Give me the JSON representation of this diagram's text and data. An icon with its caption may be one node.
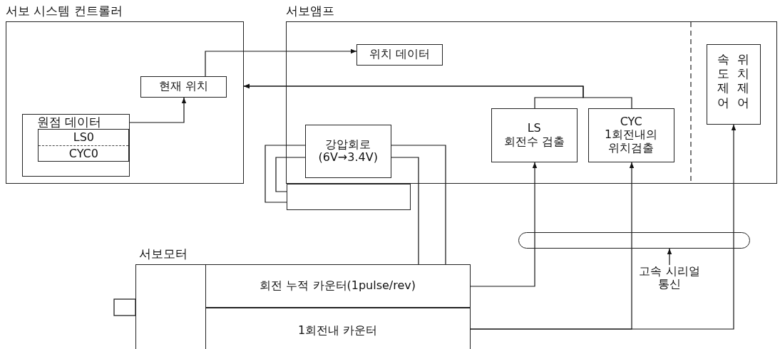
{
  "diagram": {
    "nodes": [
      {
        "text": [
          "서보 시스템 컨트롤러"
        ]
      },
      {
        "text": [
          "현재 위치"
        ],
        "in": 0
      },
      {
        "text": [
          "원점 데이터"
        ],
        "in": 0
      },
      {
        "text": [
          "LS0",
          "CYC0"
        ],
        "in": 2
      },
      {
        "text": [
          "서보앰프"
        ]
      },
      {
        "text": [
          "위치 데이터"
        ],
        "in": 4
      },
      {
        "text": [
          "강압회로",
          "(6V→3.4V)"
        ],
        "in": 4
      },
      {
        "text": [
          "LS",
          "회전수 검출"
        ],
        "in": 4
      },
      {
        "text": [
          "CYC",
          "1회전내의 위치검출"
        ],
        "in": 4
      },
      {
        "text": [
          "속도제어",
          "위치제어"
        ],
        "in": 4
      },
      {
        "text": [],
        "shape": "box"
      },
      {
        "text": [
          "서보모터"
        ]
      },
      {
        "text": [
          "회전 누적 카운터(1pulse/rev)"
        ],
        "in": 11
      },
      {
        "text": [
          "1회전내 카운터"
        ],
        "in": 11
      },
      {
        "text": [],
        "shape": "bar"
      },
      {
        "text": [
          "고속 시리얼 통신"
        ]
      }
    ],
    "edges": [
      {
        "from": 2,
        "to": 1,
        "arrow": "to"
      },
      {
        "from": 1,
        "to": 5,
        "arrow": "to"
      },
      {
        "from": 7,
        "to": 0,
        "arrow": "to"
      },
      {
        "from": 8,
        "to": 0,
        "arrow": "to"
      },
      {
        "from": 6,
        "to": 10,
        "arrow": "none"
      },
      {
        "from": 6,
        "to": 10,
        "arrow": "none"
      },
      {
        "from": 6,
        "to": 12,
        "arrow": "none"
      },
      {
        "from": 6,
        "to": 12,
        "arrow": "none"
      },
      {
        "from": 12,
        "to": 14,
        "arrow": "none"
      },
      {
        "from": 14,
        "to": 7,
        "arrow": "to"
      },
      {
        "from": 13,
        "to": 14,
        "arrow": "none"
      },
      {
        "from": 14,
        "to": 8,
        "arrow": "to"
      },
      {
        "from": 13,
        "to": 14,
        "arrow": "none"
      },
      {
        "from": 14,
        "to": 9,
        "arrow": "to"
      },
      {
        "from": 15,
        "to": 14,
        "arrow": "to"
      }
    ]
  }
}
